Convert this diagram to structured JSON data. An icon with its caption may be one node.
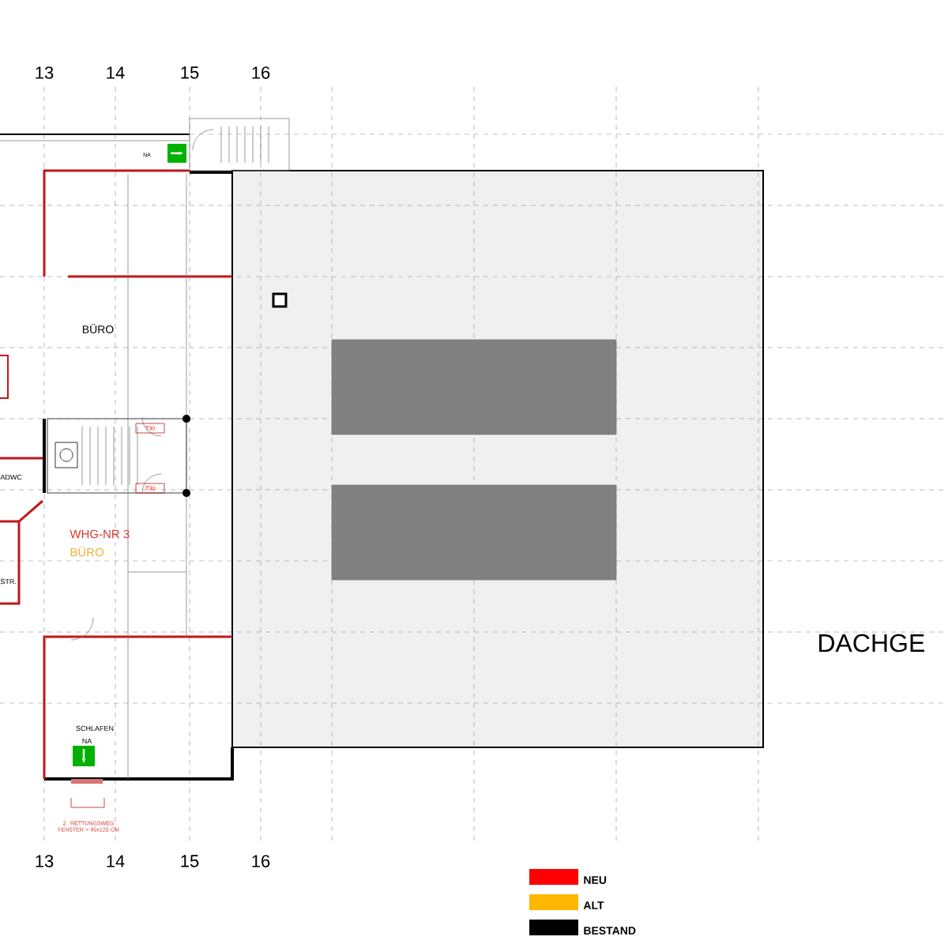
{
  "diagram": {
    "labels": [
      "13",
      "14",
      "15",
      "16",
      "NA",
      "BÜRO",
      "T30",
      "ADWC",
      "T30",
      "WHG-NR 3",
      "BÜRO",
      "STR.",
      "DACHGE",
      "SCHLAFEN",
      "NA",
      "2. RETTUNGSWEG FENSTER = 90x120 CM",
      "13",
      "14",
      "15",
      "16"
    ],
    "legend": [
      {
        "text": "NEU",
        "color": "#ff0000"
      },
      {
        "text": "ALT",
        "color": "#ffb800"
      },
      {
        "text": "BESTAND",
        "color": "#000000"
      }
    ]
  }
}
